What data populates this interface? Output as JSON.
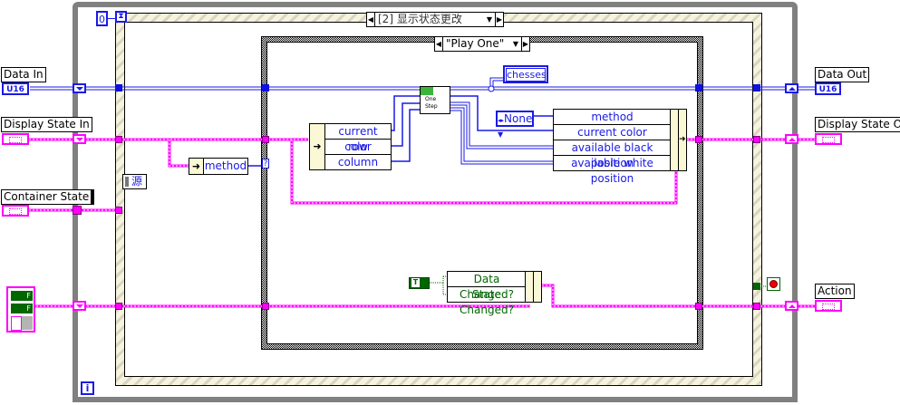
{
  "while_loop": {
    "timeout_value": "0",
    "iteration_icon": "i"
  },
  "event_structure": {
    "case_label": "[2] 显示状态更改",
    "event_source_label": "源"
  },
  "case_structure": {
    "selector_value": "\"Play One\""
  },
  "terminals": {
    "data_in": {
      "label": "Data In",
      "type": "U16"
    },
    "display_state_in": {
      "label": "Display State In"
    },
    "container_state": {
      "label": "Container State"
    },
    "data_out": {
      "label": "Data Out",
      "type": "U16"
    },
    "display_state_out": {
      "label": "Display State Out"
    },
    "action": {
      "label": "Action"
    }
  },
  "nodes": {
    "unbundle_method": {
      "fields": [
        "method"
      ],
      "unknown_tunnel": "?"
    },
    "unbundle_state": {
      "fields": [
        "current color",
        "row",
        "column"
      ]
    },
    "subvi": {
      "line1": "One",
      "line2": "Step"
    },
    "chesses_indicator": {
      "label": "chesses"
    },
    "enum_constant": {
      "value": "None"
    },
    "bundle_state": {
      "fields": [
        "method",
        "current color",
        "available black position",
        "available white position"
      ]
    },
    "bool_constant": {
      "value": "T"
    },
    "bundle_action": {
      "fields": [
        "Data Changed?",
        "State Changed?"
      ]
    },
    "bool_array_const": {
      "items": [
        "F",
        "F"
      ]
    }
  },
  "colors": {
    "wire_u16": "#1a1ae6",
    "wire_cluster": "#ff00ff",
    "boolean": "#006600",
    "loop_frame": "#808080",
    "event_frame": "#e2dfc6"
  }
}
